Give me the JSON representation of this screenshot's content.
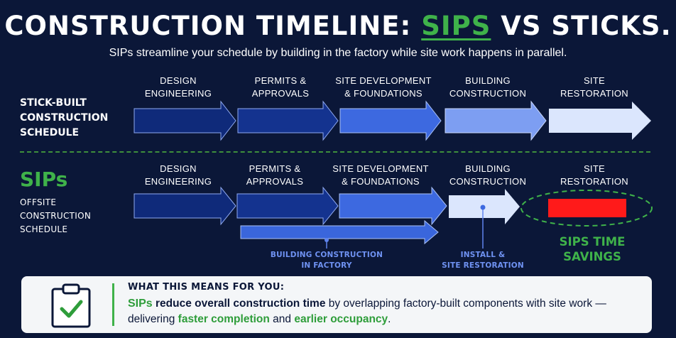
{
  "title": {
    "prefix": "CONSTRUCTION TIMELINE: ",
    "highlight": "SIPS",
    "suffix": " VS STICKS."
  },
  "subtitle": "SIPs streamline your schedule by building in the factory while site work happens in parallel.",
  "stick_row": {
    "label_lines": [
      "STICK-BUILT",
      "CONSTRUCTION",
      "SCHEDULE"
    ],
    "stages": [
      {
        "lines": [
          "DESIGN",
          "ENGINEERING"
        ],
        "color": "#0f2a7a"
      },
      {
        "lines": [
          "PERMITS &",
          "APPROVALS"
        ],
        "color": "#14338f"
      },
      {
        "lines": [
          "SITE DEVELOPMENT",
          "& FOUNDATIONS"
        ],
        "color": "#3d69e0"
      },
      {
        "lines": [
          "BUILDING",
          "CONSTRUCTION"
        ],
        "color": "#7d9ef2"
      },
      {
        "lines": [
          "SITE",
          "RESTORATION"
        ],
        "color": "#dbe6fd"
      }
    ]
  },
  "sips_row": {
    "big_label": "SIPs",
    "label_lines": [
      "OFFSITE",
      "CONSTRUCTION",
      "SCHEDULE"
    ],
    "stages": [
      {
        "lines": [
          "DESIGN",
          "ENGINEERING"
        ],
        "color": "#0f2a7a"
      },
      {
        "lines": [
          "PERMITS &",
          "APPROVALS"
        ],
        "color": "#14338f"
      },
      {
        "lines": [
          "SITE DEVELOPMENT",
          "& FOUNDATIONS"
        ],
        "color": "#3d69e0"
      },
      {
        "lines": [
          "BUILDING",
          "CONSTRUCTION"
        ],
        "color": "#dbe6fd"
      },
      {
        "lines": [
          "SITE",
          "RESTORATION"
        ],
        "color": "#ff1a1a"
      }
    ],
    "factory_note_lines": [
      "BUILDING CONSTRUCTION",
      "IN FACTORY"
    ],
    "install_note_lines": [
      "INSTALL &",
      "SITE RESTORATION"
    ],
    "savings_lines": [
      "SIPS TIME",
      "SAVINGS"
    ]
  },
  "colors": {
    "background": "#0b1738",
    "accent_green": "#3fb24a",
    "factory_arrow": "#3a66dc",
    "note_blue": "#6f92f2",
    "savings_bar": "#ff1a1a"
  },
  "panel": {
    "icon": "clipboard-check-icon",
    "heading": "WHAT THIS MEANS FOR YOU:",
    "body": {
      "sips": "SIPs",
      "part1": " reduce overall construction time",
      "part2": " by overlapping factory-built components with site work — delivering ",
      "green1": "faster completion",
      "part3": " and ",
      "green2": "earlier occupancy",
      "end": "."
    }
  }
}
